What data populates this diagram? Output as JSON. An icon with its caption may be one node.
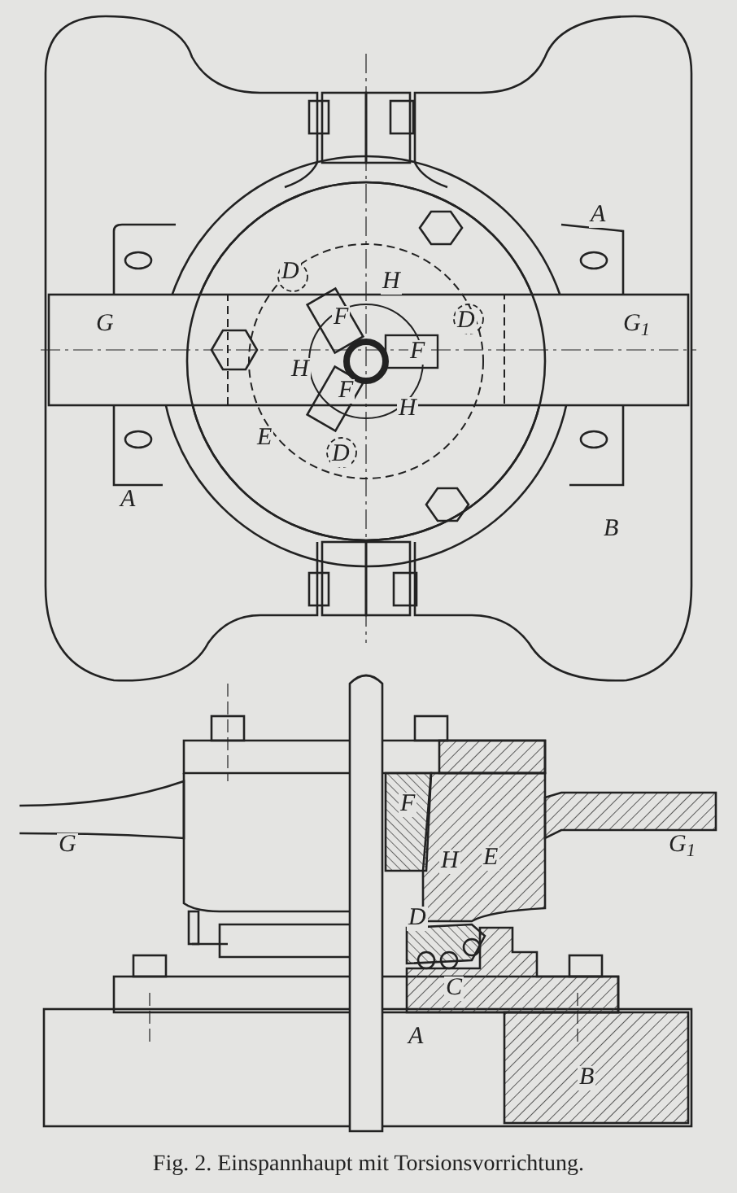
{
  "diagram": {
    "caption": "Fig. 2. Einspannhaupt mit Torsionsvorrichtung.",
    "labels": [
      "A",
      "D",
      "H",
      "G",
      "F",
      "D",
      "G$_{1}$",
      "H",
      "F",
      "F",
      "H",
      "E",
      "D",
      "A",
      "B",
      "F",
      "G",
      "G$_{1}$",
      "E",
      "H",
      "D",
      "C",
      "A",
      "B"
    ]
  }
}
